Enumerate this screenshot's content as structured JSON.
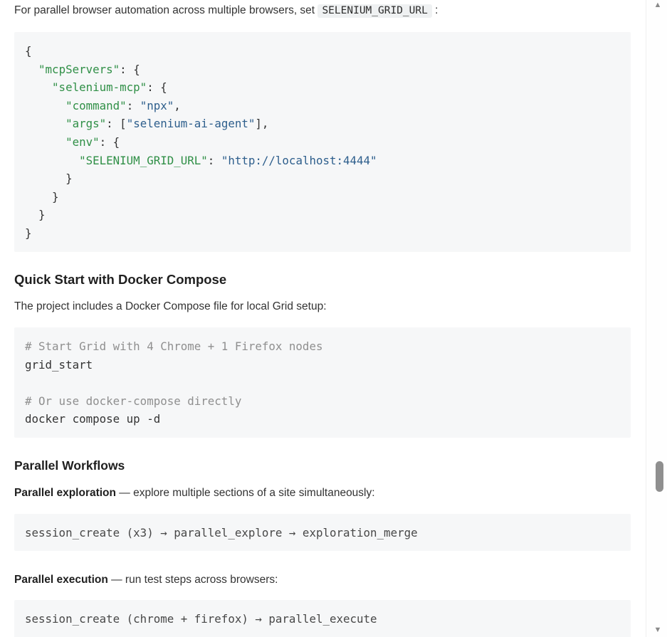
{
  "intro": {
    "text_before": "For parallel browser automation across multiple browsers, set",
    "inline_code": "SELENIUM_GRID_URL",
    "text_after": " :"
  },
  "sections": {
    "docker": {
      "heading": "Quick Start with Docker Compose",
      "paragraph": "The project includes a Docker Compose file for local Grid setup:"
    },
    "workflows": {
      "heading": "Parallel Workflows",
      "exploration_bold": "Parallel exploration",
      "exploration_rest": " — explore multiple sections of a site simultaneously:",
      "execution_bold": "Parallel execution",
      "execution_rest": " — run test steps across browsers:"
    }
  },
  "code_blocks": {
    "mcp_config": {
      "language": "json",
      "lines": [
        [
          {
            "t": "p",
            "v": "{"
          }
        ],
        [
          {
            "t": "p",
            "v": "  "
          },
          {
            "t": "k",
            "v": "\"mcpServers\""
          },
          {
            "t": "p",
            "v": ": {"
          }
        ],
        [
          {
            "t": "p",
            "v": "    "
          },
          {
            "t": "k",
            "v": "\"selenium-mcp\""
          },
          {
            "t": "p",
            "v": ": {"
          }
        ],
        [
          {
            "t": "p",
            "v": "      "
          },
          {
            "t": "k",
            "v": "\"command\""
          },
          {
            "t": "p",
            "v": ": "
          },
          {
            "t": "s",
            "v": "\"npx\""
          },
          {
            "t": "p",
            "v": ","
          }
        ],
        [
          {
            "t": "p",
            "v": "      "
          },
          {
            "t": "k",
            "v": "\"args\""
          },
          {
            "t": "p",
            "v": ": ["
          },
          {
            "t": "s",
            "v": "\"selenium-ai-agent\""
          },
          {
            "t": "p",
            "v": "],"
          }
        ],
        [
          {
            "t": "p",
            "v": "      "
          },
          {
            "t": "k",
            "v": "\"env\""
          },
          {
            "t": "p",
            "v": ": {"
          }
        ],
        [
          {
            "t": "p",
            "v": "        "
          },
          {
            "t": "k",
            "v": "\"SELENIUM_GRID_URL\""
          },
          {
            "t": "p",
            "v": ": "
          },
          {
            "t": "s",
            "v": "\"http://localhost:4444\""
          }
        ],
        [
          {
            "t": "p",
            "v": "      }"
          }
        ],
        [
          {
            "t": "p",
            "v": "    }"
          }
        ],
        [
          {
            "t": "p",
            "v": "  }"
          }
        ],
        [
          {
            "t": "p",
            "v": "}"
          }
        ]
      ]
    },
    "grid_setup": {
      "language": "shell",
      "lines": [
        [
          {
            "t": "c",
            "v": "# Start Grid with 4 Chrome + 1 Firefox nodes"
          }
        ],
        [
          {
            "t": "p",
            "v": "grid_start"
          }
        ],
        [],
        [
          {
            "t": "c",
            "v": "# Or use docker-compose directly"
          }
        ],
        [
          {
            "t": "p",
            "v": "docker compose up -d"
          }
        ]
      ]
    },
    "parallel_explore": {
      "language": "text",
      "lines": [
        [
          {
            "t": "t",
            "v": "session_create (x3) → parallel_explore → exploration_merge"
          }
        ]
      ]
    },
    "parallel_execute": {
      "language": "text",
      "lines": [
        [
          {
            "t": "t",
            "v": "session_create (chrome + firefox) → parallel_execute"
          }
        ]
      ]
    }
  },
  "scrollbar": {
    "up_glyph": "▲",
    "down_glyph": "▼"
  },
  "colors": {
    "code_background": "#f6f7f8",
    "inline_code_background": "#eff1f2",
    "json_key_green": "#2f8f46",
    "json_string_navy": "#2d5e8c",
    "comment_gray": "#8f8f8f",
    "body_text": "#333333",
    "scrollbar_thumb": "#8f8f8f"
  }
}
